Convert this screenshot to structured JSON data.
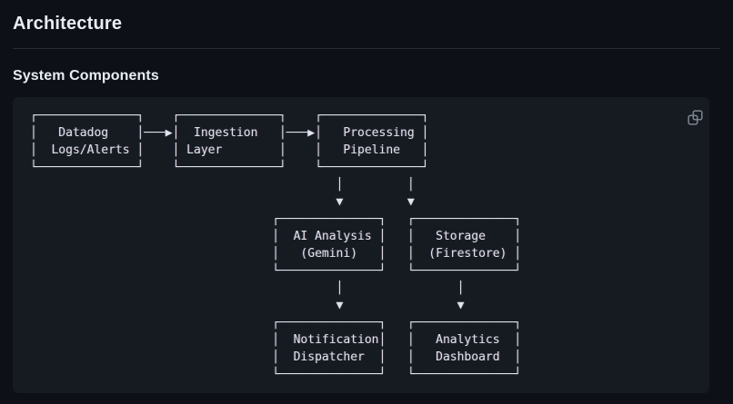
{
  "page": {
    "title": "Architecture",
    "section_heading": "System Components"
  },
  "code_block": {
    "copy_icon": "copy-icon",
    "ascii_lines": [
      "┌──────────────┐    ┌──────────────┐    ┌──────────────┐",
      "│   Datadog    │───▶│  Ingestion   │───▶│   Processing │",
      "│  Logs/Alerts │    │ Layer        │    │   Pipeline   │",
      "└──────────────┘    └──────────────┘    └──────────────┘",
      "                                           │         │",
      "                                           ▼         ▼",
      "                                  ┌──────────────┐   ┌──────────────┐",
      "                                  │  AI Analysis │   │   Storage    │",
      "                                  │   (Gemini)   │   │  (Firestore) │",
      "                                  └──────────────┘   └──────────────┘",
      "                                           │                │",
      "                                           ▼                ▼",
      "                                  ┌──────────────┐   ┌──────────────┐",
      "                                  │  Notification│   │   Analytics  │",
      "                                  │  Dispatcher  │   │   Dashboard  │",
      "                                  └──────────────┘   └──────────────┘"
    ]
  },
  "diagram": {
    "type": "flowchart",
    "nodes": [
      {
        "id": "datadog",
        "label": "Datadog Logs/Alerts"
      },
      {
        "id": "ingestion",
        "label": "Ingestion Layer"
      },
      {
        "id": "processing",
        "label": "Processing Pipeline"
      },
      {
        "id": "ai",
        "label": "AI Analysis (Gemini)"
      },
      {
        "id": "storage",
        "label": "Storage (Firestore)"
      },
      {
        "id": "notify",
        "label": "Notification Dispatcher"
      },
      {
        "id": "analytics",
        "label": "Analytics Dashboard"
      }
    ],
    "edges": [
      {
        "from": "datadog",
        "to": "ingestion"
      },
      {
        "from": "ingestion",
        "to": "processing"
      },
      {
        "from": "processing",
        "to": "ai"
      },
      {
        "from": "processing",
        "to": "storage"
      },
      {
        "from": "ai",
        "to": "notify"
      },
      {
        "from": "storage",
        "to": "analytics"
      }
    ]
  },
  "colors": {
    "page-bg": "#0d1117",
    "block-bg": "#161b22",
    "heading-text": "#e8edf3",
    "divider": "#272d36",
    "code-text": "#dfe4ea",
    "icon": "#7d8590"
  }
}
